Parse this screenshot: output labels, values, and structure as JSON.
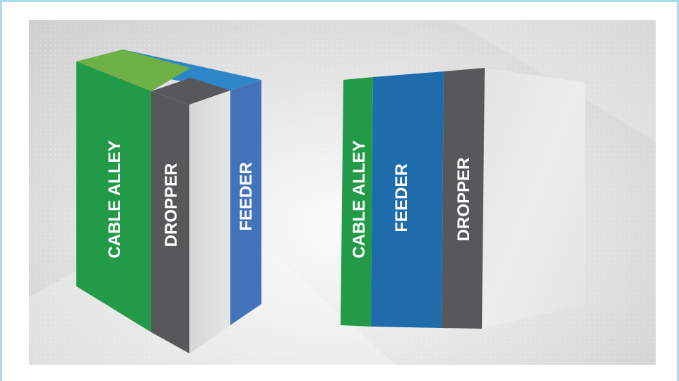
{
  "colors": {
    "green": "#239a48",
    "green_top": "#6db046",
    "dark_gray": "#57585a",
    "light_gray": "#dedede",
    "blue": "#4373b9",
    "blue_top": "#2e86c8",
    "feeder_blue": "#1e6cab",
    "frame_border": "#a9dce9"
  },
  "left_block": {
    "cable_alley_label": "CABLE ALLEY",
    "dropper_label": "DROPPER",
    "feeder_label": "FEEDER"
  },
  "right_block": {
    "cable_alley_label": "CABLE ALLEY",
    "feeder_label": "FEEDER",
    "dropper_label": "DROPPER"
  }
}
